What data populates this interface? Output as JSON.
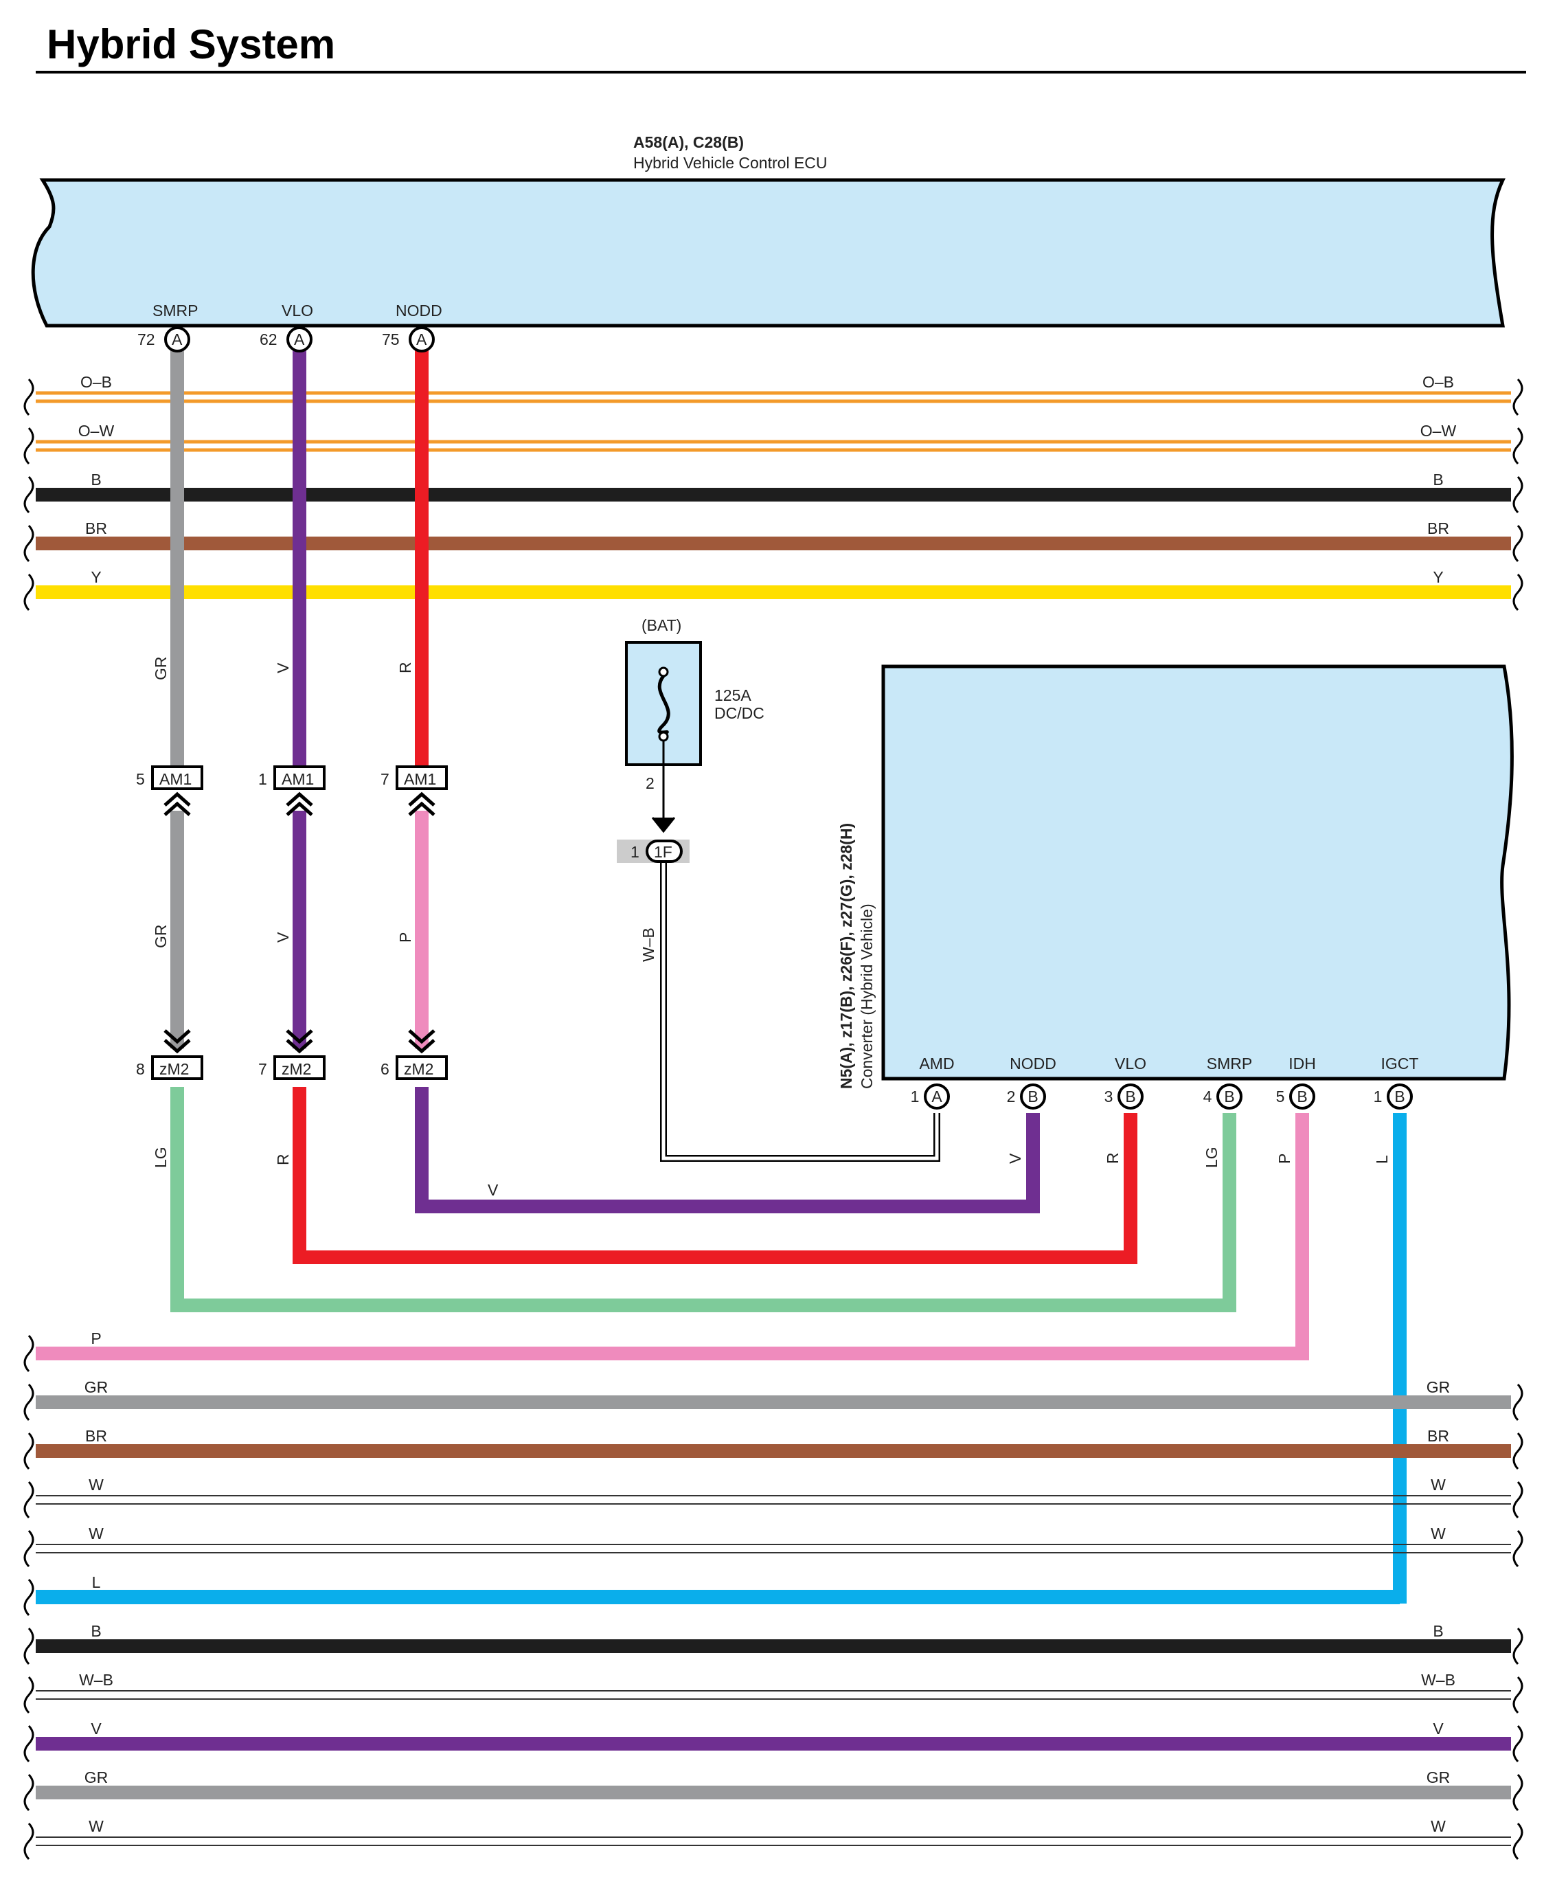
{
  "title": "Hybrid System",
  "ecu": {
    "id": "A58(A), C28(B)",
    "name": "Hybrid Vehicle Control ECU",
    "pins": [
      {
        "name": "SMRP",
        "num": "72",
        "conn": "A"
      },
      {
        "name": "VLO",
        "num": "62",
        "conn": "A"
      },
      {
        "name": "NODD",
        "num": "75",
        "conn": "A"
      }
    ]
  },
  "converter": {
    "id": "N5(A), z17(B), z26(F), z27(G), z28(H)",
    "name": "Converter (Hybrid Vehicle)",
    "pins": [
      {
        "name": "AMD",
        "num": "1",
        "conn": "A"
      },
      {
        "name": "NODD",
        "num": "2",
        "conn": "B"
      },
      {
        "name": "VLO",
        "num": "3",
        "conn": "B"
      },
      {
        "name": "SMRP",
        "num": "4",
        "conn": "B"
      },
      {
        "name": "IDH",
        "num": "5",
        "conn": "B"
      },
      {
        "name": "IGCT",
        "num": "1",
        "conn": "B"
      }
    ]
  },
  "fuse": {
    "source": "(BAT)",
    "rating": "125A",
    "name": "DC/DC",
    "pin": "2",
    "conn_num": "1",
    "conn": "1F"
  },
  "connectors": {
    "am1": [
      {
        "num": "5",
        "label": "AM1"
      },
      {
        "num": "1",
        "label": "AM1"
      },
      {
        "num": "7",
        "label": "AM1"
      }
    ],
    "zm2": [
      {
        "num": "8",
        "label": "zM2"
      },
      {
        "num": "7",
        "label": "zM2"
      },
      {
        "num": "6",
        "label": "zM2"
      }
    ]
  },
  "wire_labels": {
    "ecu_smrp_upper": "GR",
    "ecu_vlo_upper": "V",
    "ecu_nodd_upper": "R",
    "ecu_smrp_mid": "GR",
    "ecu_vlo_mid": "V",
    "ecu_nodd_mid": "P",
    "ecu_smrp_low": "LG",
    "ecu_vlo_low": "R",
    "nodd_run": "V",
    "fuse_wire": "W–B",
    "conv_nodd": "V",
    "conv_vlo": "R",
    "conv_smrp": "LG",
    "conv_idh": "P",
    "conv_igct": "L"
  },
  "colors": {
    "O-B": "#f39a2a",
    "O-W": "#f39a2a",
    "B": "#1e1e1e",
    "BR": "#a0593a",
    "Y": "#ffdf00",
    "GR": "#999a9c",
    "V": "#6f2f91",
    "R": "#ec1c24",
    "P": "#ef8bbd",
    "LG": "#7ecb9a",
    "L": "#0aaeeb",
    "W": "#ffffff",
    "W-B": "#ffffff",
    "ecu_fill": "#c9e8f8"
  },
  "top_bus": [
    {
      "left": "O–B",
      "right": "O–B",
      "color": "O-B",
      "style": "double"
    },
    {
      "left": "O–W",
      "right": "O–W",
      "color": "O-W",
      "style": "double"
    },
    {
      "left": "B",
      "right": "B",
      "color": "B",
      "style": "solid"
    },
    {
      "left": "BR",
      "right": "BR",
      "color": "BR",
      "style": "solid"
    },
    {
      "left": "Y",
      "right": "Y",
      "color": "Y",
      "style": "solid"
    }
  ],
  "bottom_bus": [
    {
      "left": "P",
      "right": "",
      "color": "P",
      "style": "solid"
    },
    {
      "left": "GR",
      "right": "GR",
      "color": "GR",
      "style": "solid"
    },
    {
      "left": "BR",
      "right": "BR",
      "color": "BR",
      "style": "solid"
    },
    {
      "left": "W",
      "right": "W",
      "color": "W",
      "style": "outline"
    },
    {
      "left": "W",
      "right": "W",
      "color": "W",
      "style": "outline"
    },
    {
      "left": "L",
      "right": "",
      "color": "L",
      "style": "solid"
    },
    {
      "left": "B",
      "right": "B",
      "color": "B",
      "style": "solid"
    },
    {
      "left": "W–B",
      "right": "W–B",
      "color": "W-B",
      "style": "outline"
    },
    {
      "left": "V",
      "right": "V",
      "color": "V",
      "style": "solid"
    },
    {
      "left": "GR",
      "right": "GR",
      "color": "GR",
      "style": "solid"
    },
    {
      "left": "W",
      "right": "W",
      "color": "W",
      "style": "outline"
    }
  ]
}
